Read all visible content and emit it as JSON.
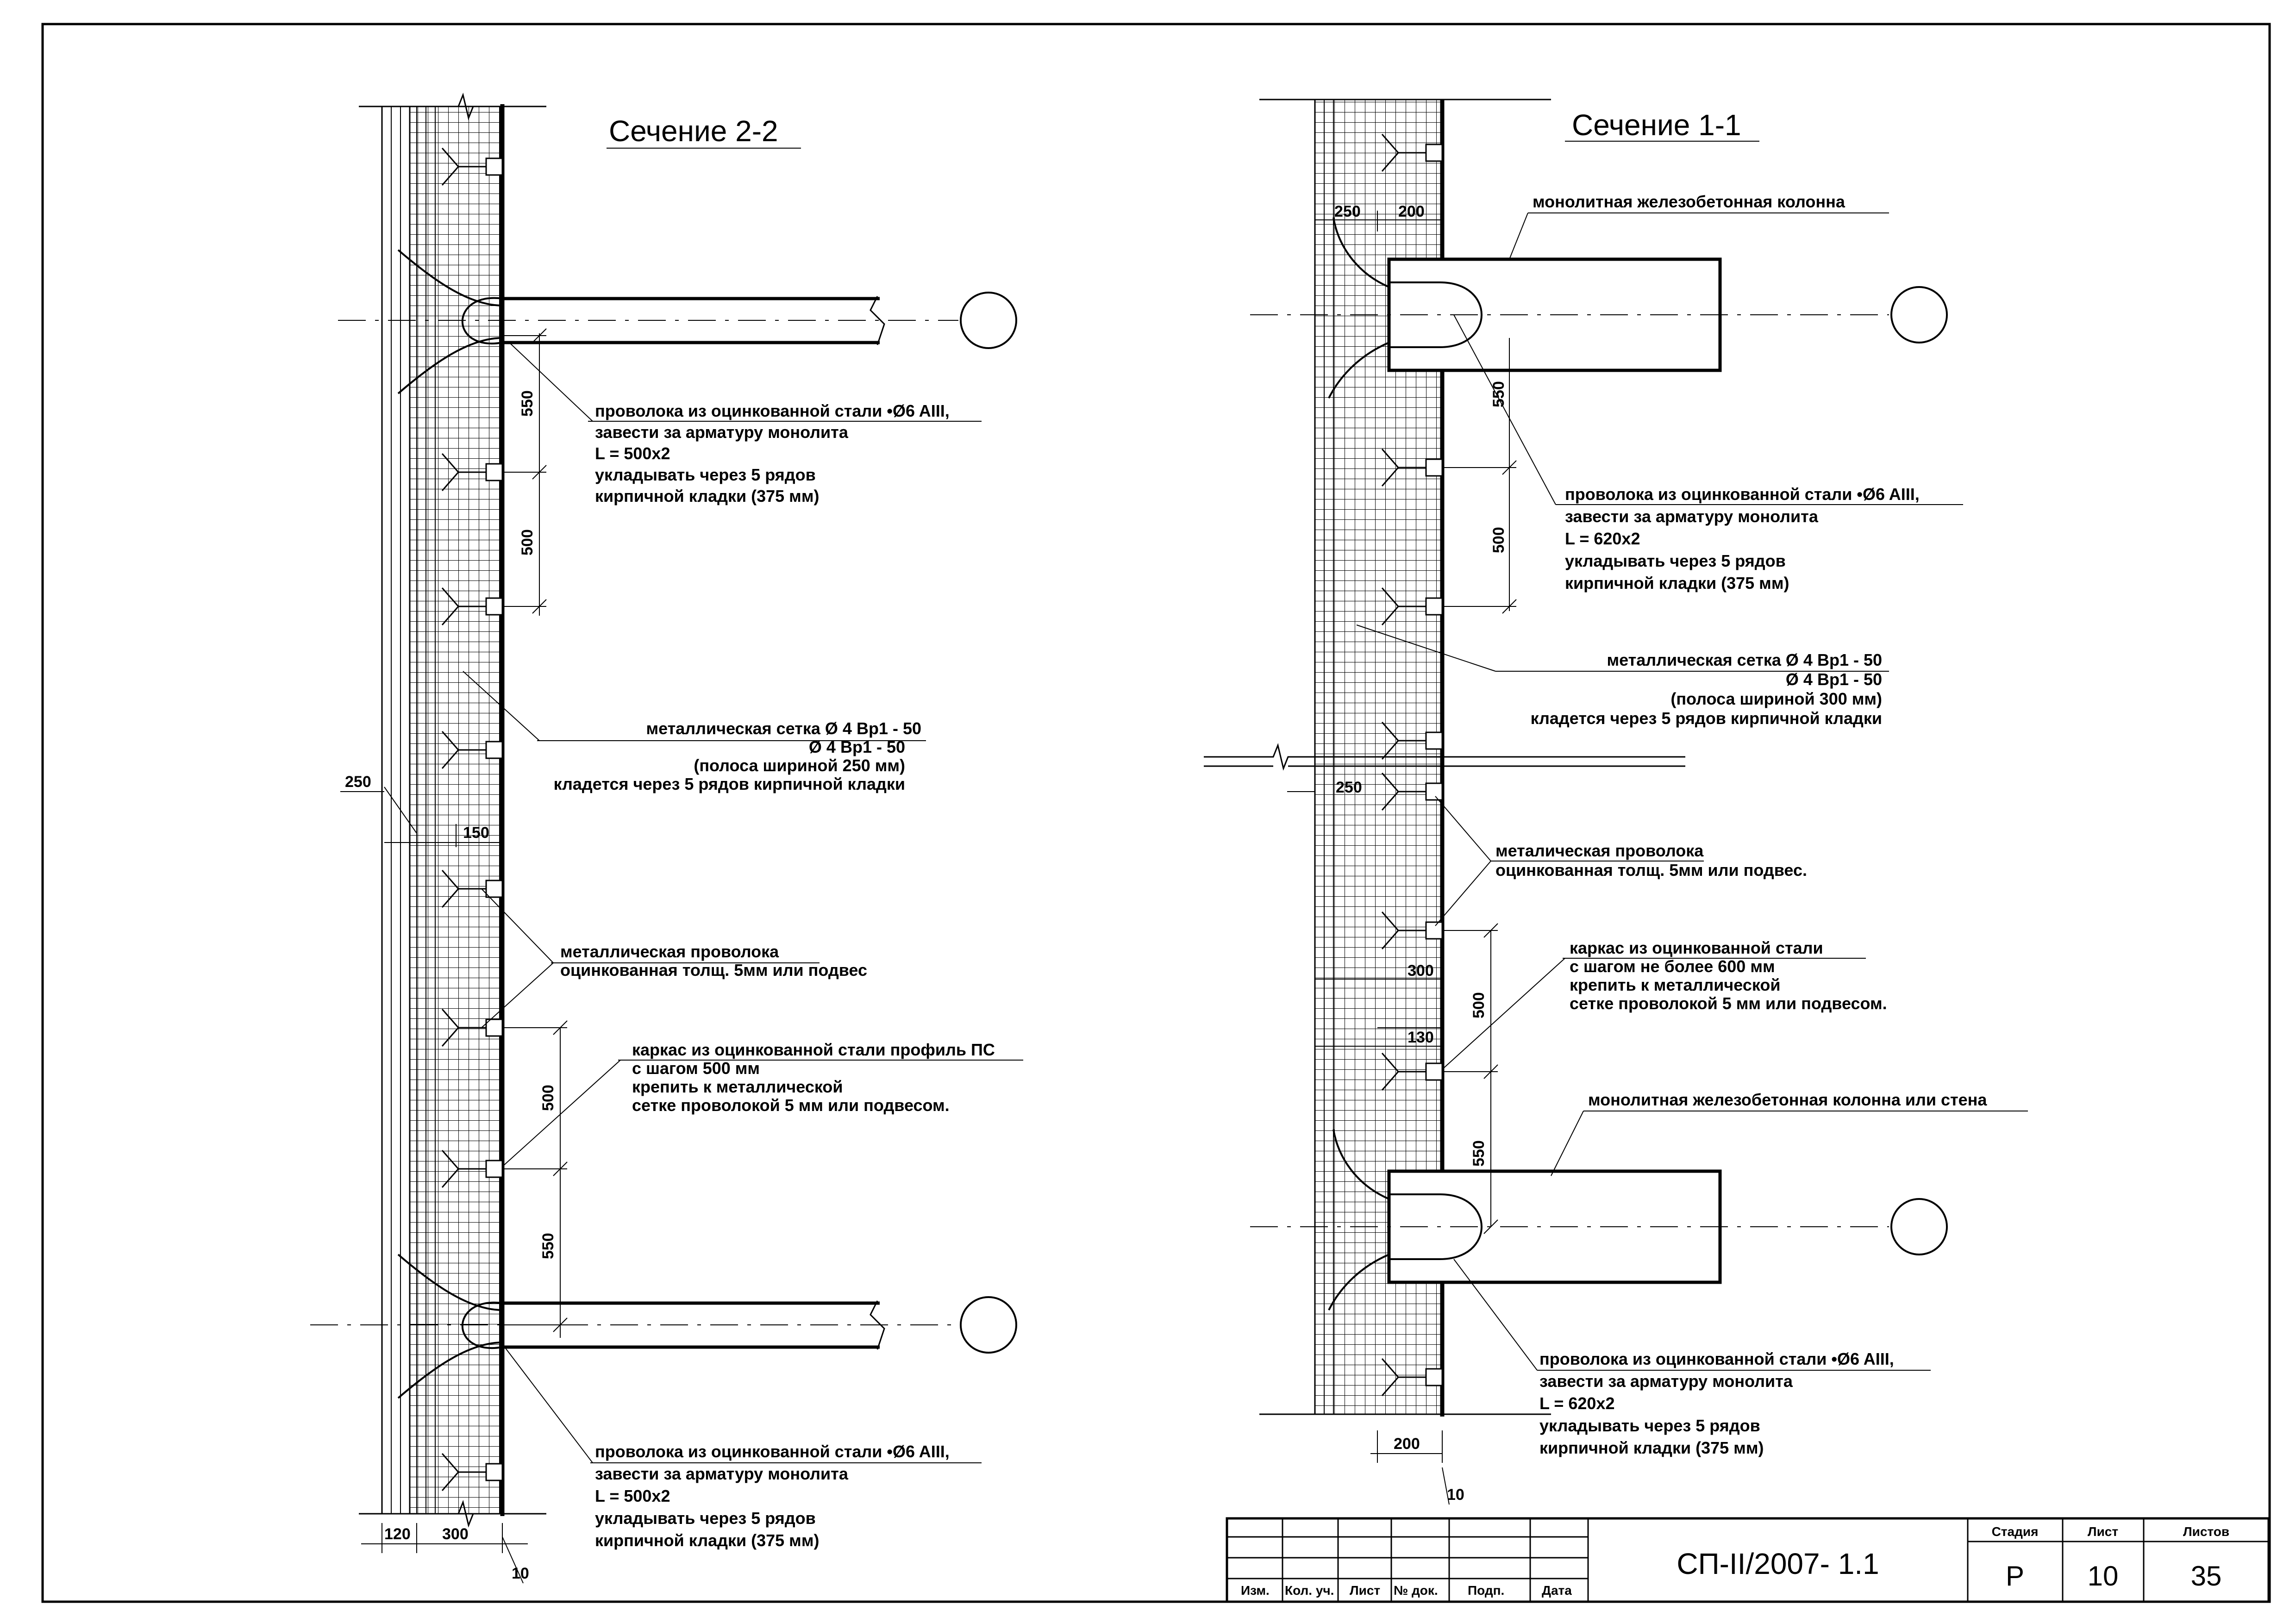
{
  "left_section": {
    "title": "Сечение  2-2",
    "dims": {
      "d550_top": "550",
      "d500_top": "500",
      "d250": "250",
      "d150": "150",
      "d500_bottom": "500",
      "d550_bottom": "550",
      "d120": "120",
      "d300": "300",
      "d10": "10"
    },
    "note_wire_top": [
      "проволока из оцинкованной стали •Ø6 AIII,",
      "завести за арматуру монолита",
      " L = 500x2",
      "укладывать через 5 рядов",
      "кирпичной кладки (375 мм)"
    ],
    "note_mesh": [
      "металлическая сетка Ø 4 Вр1 - 50",
      "Ø 4 Вр1 - 50",
      "(полоса шириной 250 мм)",
      "кладется через 5 рядов кирпичной кладки"
    ],
    "note_metal_wire": [
      "металлическая проволока",
      "оцинкованная толщ. 5мм или подвес"
    ],
    "note_frame": [
      "каркас из оцинкованной стали профиль ПС",
      "с шагом 500 мм",
      "крепить к металлической",
      "сетке проволокой 5 мм или подвесом."
    ],
    "note_wire_bottom": [
      "проволока из оцинкованной стали •Ø6 AIII,",
      "завести за арматуру монолита",
      " L = 500x2",
      "укладывать через 5 рядов",
      "кирпичной кладки (375 мм)"
    ]
  },
  "right_section": {
    "title": "Сечение  1-1",
    "dims": {
      "d250_top": "250",
      "d200_top": "200",
      "d550_top": "550",
      "d500_top": "500",
      "d250_mid": "250",
      "d300": "300",
      "d500_mid": "500",
      "d130": "130",
      "d550_bottom": "550",
      "d200_bottom": "200",
      "d10": "10"
    },
    "note_column_top": "монолитная железобетонная колонна",
    "note_wire_top": [
      "проволока из оцинкованной стали •Ø6 AIII,",
      "завести за арматуру монолита",
      " L = 620x2",
      "укладывать через 5 рядов",
      "кирпичной кладки (375 мм)"
    ],
    "note_mesh": [
      "металлическая сетка Ø 4 Вр1 - 50",
      "Ø 4 Вр1 - 50",
      "(полоса шириной 300 мм)",
      "кладется через 5 рядов кирпичной кладки"
    ],
    "note_metal_wire": [
      "металическая проволока",
      "оцинкованная толщ. 5мм  или подвес."
    ],
    "note_frame": [
      "каркас из оцинкованной стали",
      "с шагом не более 600 мм",
      "крепить к металлической",
      "сетке проволокой 5 мм или подвесом."
    ],
    "note_column_bottom": "монолитная железобетонная колонна или стена",
    "note_wire_bottom": [
      "проволока из оцинкованной стали •Ø6 AIII,",
      "завести за арматуру монолита",
      " L = 620x2",
      "укладывать через 5 рядов",
      "кирпичной кладки (375 мм)"
    ]
  },
  "title_block": {
    "headers": [
      "Изм.",
      "Кол. уч.",
      "Лист",
      "№ док.",
      "Подп.",
      "Дата"
    ],
    "stage_label": "Стадия",
    "sheet_label": "Лист",
    "sheets_label": "Листов",
    "document_code": "СП-II/2007- 1.1",
    "stage": "Р",
    "sheet": "10",
    "sheets": "35"
  }
}
